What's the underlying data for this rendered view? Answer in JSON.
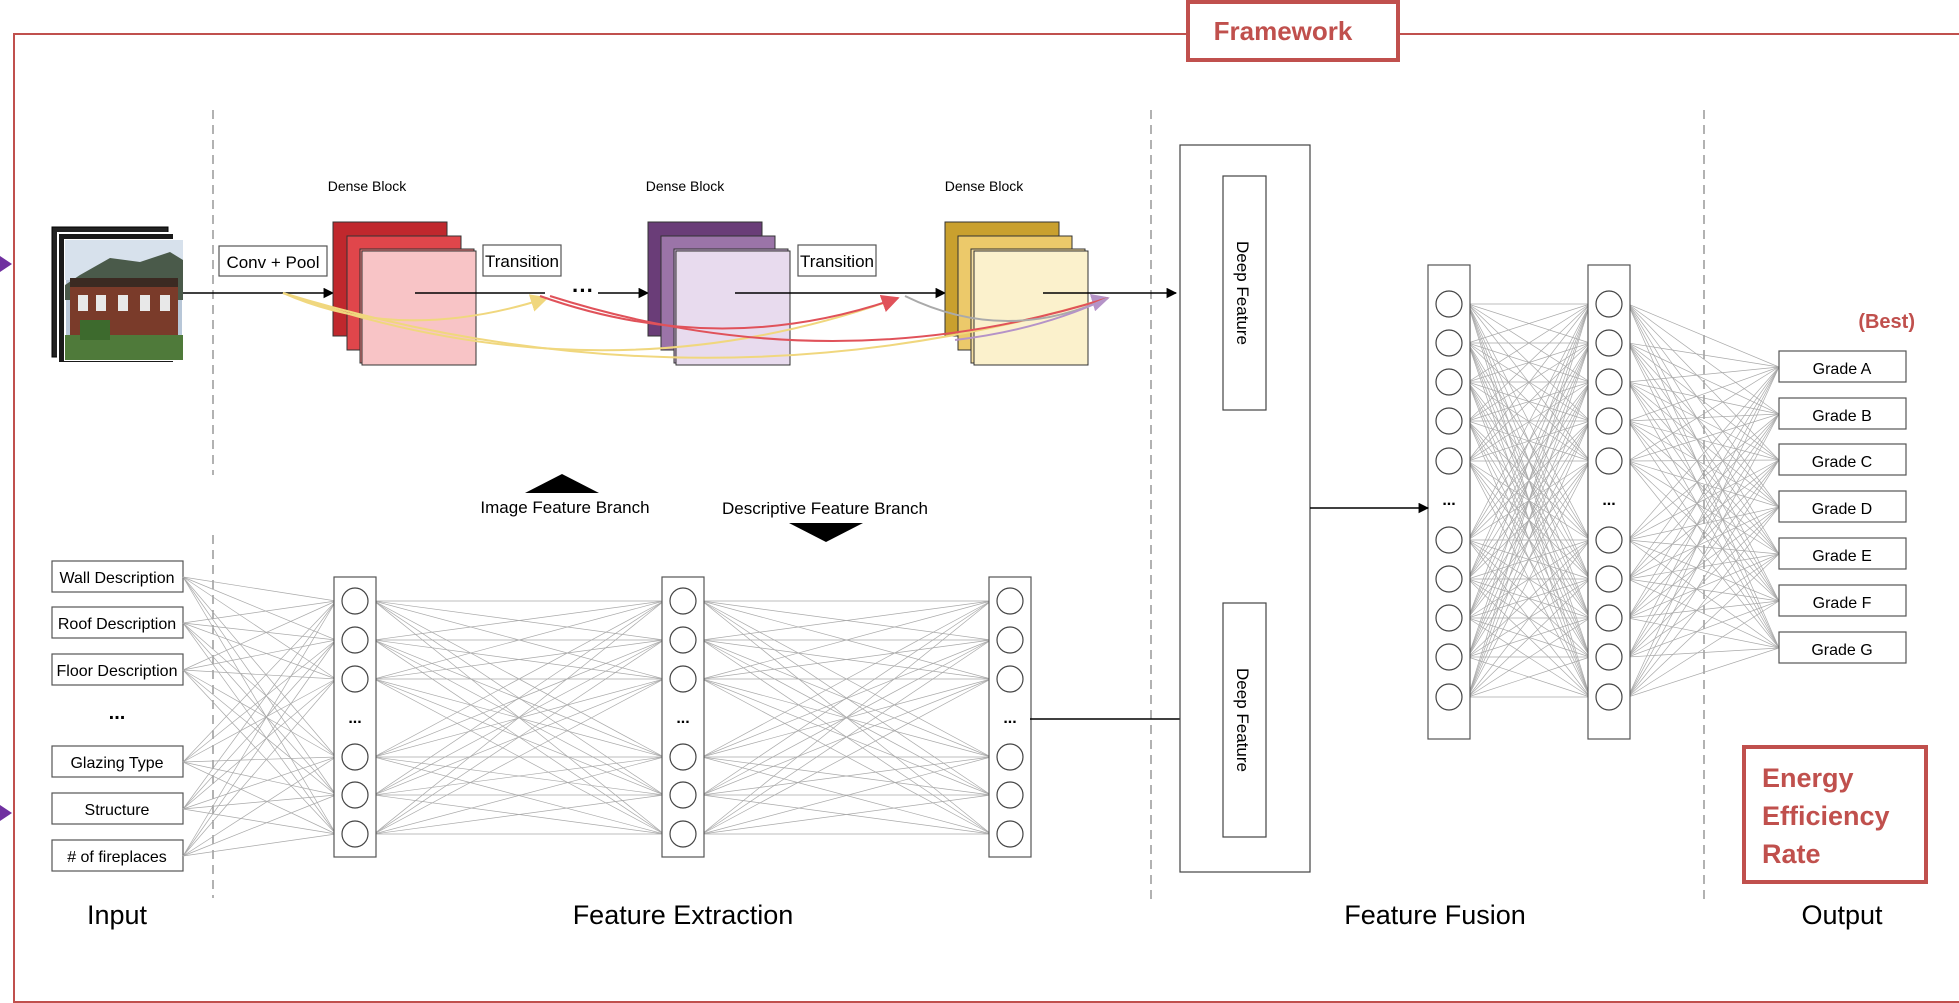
{
  "framework_label": "Framework",
  "sections": {
    "input": "Input",
    "feature_extraction": "Feature Extraction",
    "feature_fusion": "Feature Fusion",
    "output": "Output"
  },
  "image_branch": {
    "conv_pool": "Conv + Pool",
    "dense_block_label": "Dense Block",
    "transition_label": "Transition",
    "ellipsis": "···",
    "branch_label": "Image Feature Branch"
  },
  "descriptive_branch": {
    "branch_label": "Descriptive Feature Branch",
    "inputs": [
      "Wall Description",
      "Roof Description",
      "Floor Description",
      "...",
      "Glazing Type",
      "Structure",
      "# of fireplaces"
    ]
  },
  "deep_feature_label": "Deep Feature",
  "node_ellipsis": "...",
  "grades": [
    "Grade A",
    "Grade B",
    "Grade C",
    "Grade D",
    "Grade E",
    "Grade F",
    "Grade G"
  ],
  "best_label": "(Best)",
  "output_title_lines": [
    "Energy",
    "Efficiency",
    "Rate"
  ],
  "colors": {
    "accent_red": "#c0504d",
    "dense_block_1": [
      "#c0282d",
      "#e0464b",
      "#ee7c7c",
      "#f8c4c6"
    ],
    "dense_block_2": [
      "#6a3d78",
      "#9b74a8",
      "#c3a8cd",
      "#e8dbee"
    ],
    "dense_block_3": [
      "#c9a02e",
      "#ecc96a",
      "#f5dea0",
      "#fbf1cc"
    ],
    "skip_yellow": "#f0d77e",
    "skip_red": "#e0525a",
    "skip_purple": "#b593c8"
  }
}
